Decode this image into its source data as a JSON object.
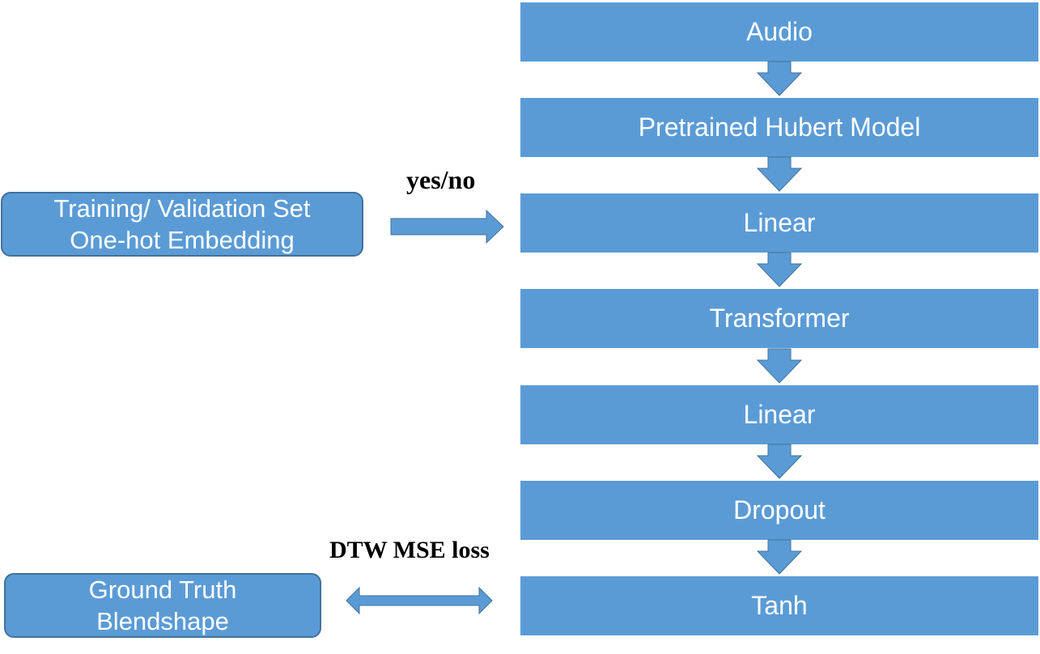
{
  "pipeline": {
    "layers": [
      "Audio",
      "Pretrained Hubert Model",
      "Linear",
      "Transformer",
      "Linear",
      "Dropout",
      "Tanh"
    ]
  },
  "inputs": {
    "embedding_lines": [
      "Training/ Validation Set",
      "One-hot Embedding"
    ],
    "ground_truth_lines": [
      "Ground Truth",
      "Blendshape"
    ]
  },
  "edges": {
    "embedding_label": "yes/no",
    "loss_label": "DTW MSE loss"
  },
  "colors": {
    "block_fill": "#5b9bd5",
    "box_border": "#41719c",
    "text": "#ffffff"
  }
}
